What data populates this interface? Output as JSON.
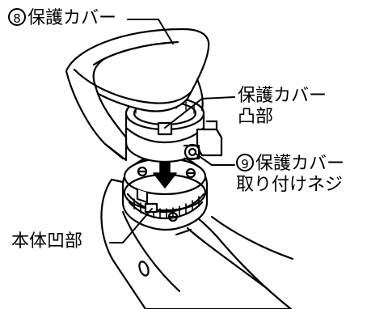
{
  "labels": {
    "guard": {
      "number": "8",
      "text": "保護カバー"
    },
    "guard_convex": {
      "line1": "保護カバー",
      "line2": "凸部"
    },
    "guard_screw": {
      "number": "9",
      "line1": "保護カバー",
      "line2": "取り付けネジ"
    },
    "body_concave": {
      "text": "本体凹部"
    }
  }
}
